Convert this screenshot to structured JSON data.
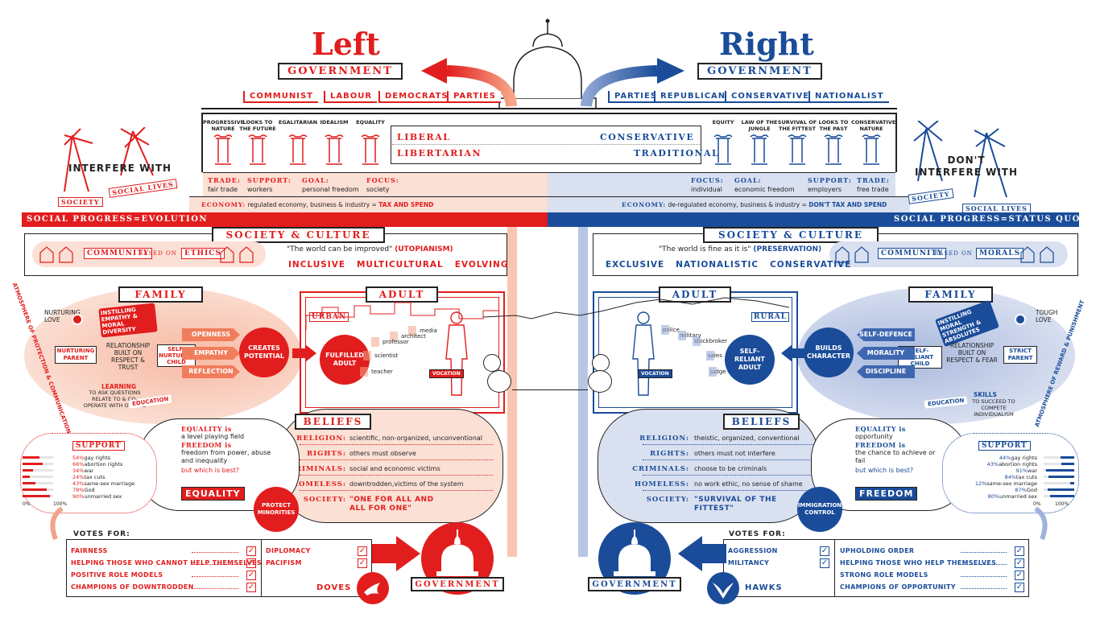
{
  "left": {
    "title": "Left",
    "government": "GOVERNMENT",
    "parties": [
      "COMMUNIST",
      "LABOUR",
      "DEMOCRATS",
      "PARTIES"
    ],
    "pillars": [
      "PROGRESSIVE NATURE",
      "LOOKS TO THE FUTURE",
      "EGALITARIAN",
      "IDEALISM",
      "EQUALITY"
    ],
    "ideology": [
      "LIBERAL",
      "LIBERTARIAN"
    ],
    "policy": [
      {
        "k": "TRADE:",
        "v": "fair trade"
      },
      {
        "k": "SUPPORT:",
        "v": "workers"
      },
      {
        "k": "GOAL:",
        "v": "personal freedom"
      },
      {
        "k": "FOCUS:",
        "v": "society"
      }
    ],
    "economy_k": "ECONOMY:",
    "economy_v": "regulated economy, business & industry =",
    "economy_s": "TAX AND SPEND",
    "social_progress": "SOCIAL PROGRESS=EVOLUTION",
    "interfere": "INTERFERE WITH",
    "society_tag": "SOCIETY",
    "social_lives_tag": "SOCIAL LIVES",
    "society_culture": "SOCIETY & CULTURE",
    "community": "COMMUNITY",
    "based_on": "BASED ON",
    "ethics": "ETHICS",
    "quote": "\"The world can be improved\"",
    "quote_tag": "(UTOPIANISM)",
    "traits": "INCLUSIVE   MULTICULTURAL   EVOLVING",
    "family": "FAMILY",
    "nurturing_love": "NURTURING LOVE",
    "instilling": "INSTILLING EMPATHY & MORAL DIVERSITY",
    "nurturing_parent": "NURTURING PARENT",
    "relationship": "RELATIONSHIP BUILT ON RESPECT & TRUST",
    "child": "SELF-NURTURING CHILD",
    "learning": "LEARNING",
    "learning_desc": "TO ASK QUESTIONS RELATE TO & CO-OPERATE WITH OTHERS",
    "education": "EDUCATION",
    "qualities": [
      "OPENNESS",
      "EMPATHY",
      "REFLECTION"
    ],
    "creates": "CREATES POTENTIAL",
    "atmosphere": "ATMOSPHERE OF PROTECTION & COMMUNICATION",
    "adult": "ADULT",
    "urban": "URBAN",
    "fulfilled": "FULFILLED ADULT",
    "jobs": [
      "media",
      "architect",
      "professor",
      "scientist",
      "teacher"
    ],
    "vocation": "VOCATION",
    "beliefs": "BELIEFS",
    "belief_rows": [
      {
        "k": "RELIGION:",
        "v": "scientific, non-organized, unconventional"
      },
      {
        "k": "RIGHTS:",
        "v": "others must observe"
      },
      {
        "k": "CRIMINALS:",
        "v": "social and economic victims"
      },
      {
        "k": "HOMELESS:",
        "v": "downtrodden,victims of the system"
      },
      {
        "k": "SOCIETY:",
        "v": "\"ONE FOR ALL AND ALL FOR ONE\""
      }
    ],
    "eq_def": [
      "EQUALITY is",
      "a level playing field",
      "FREEDOM is",
      "freedom from power, abuse and inequality",
      "but which is best?"
    ],
    "best": "EQUALITY",
    "protect": "PROTECT MINORITIES",
    "support": "SUPPORT",
    "support_rows": [
      {
        "pct": "54%",
        "label": "gay rights",
        "v": 54
      },
      {
        "pct": "66%",
        "label": "abortion rights",
        "v": 66
      },
      {
        "pct": "34%",
        "label": "war",
        "v": 34
      },
      {
        "pct": "24%",
        "label": "tax cuts",
        "v": 24
      },
      {
        "pct": "43%",
        "label": "same-sex marriage",
        "v": 43
      },
      {
        "pct": "78%",
        "label": "God",
        "v": 78
      },
      {
        "pct": "90%",
        "label": "unmarried sex",
        "v": 90
      }
    ],
    "axis": [
      "0%",
      "100%"
    ],
    "votes_for": "VOTES FOR:",
    "votes": [
      "FAIRNESS",
      "HELPING THOSE WHO CANNOT HELP THEMSELVES",
      "POSITIVE ROLE MODELS",
      "CHAMPIONS OF DOWNTRODDEN"
    ],
    "votes2": [
      "DIPLOMACY",
      "PACIFISM"
    ],
    "bird": "DOVES",
    "gov_bottom": "GOVERNMENT"
  },
  "right": {
    "title": "Right",
    "government": "GOVERNMENT",
    "parties": [
      "PARTIES",
      "REPUBLICAN",
      "CONSERVATIVE",
      "NATIONALIST"
    ],
    "pillars": [
      "EQUITY",
      "LAW OF THE JUNGLE",
      "SURVIVAL OF THE FITTEST",
      "LOOKS TO THE PAST",
      "CONSERVATIVE NATURE"
    ],
    "ideology": [
      "CONSERVATIVE",
      "TRADITIONAL"
    ],
    "policy": [
      {
        "k": "FOCUS:",
        "v": "individual"
      },
      {
        "k": "GOAL:",
        "v": "economic freedom"
      },
      {
        "k": "SUPPORT:",
        "v": "employers"
      },
      {
        "k": "TRADE:",
        "v": "free trade"
      }
    ],
    "economy_k": "ECONOMY:",
    "economy_v": "de-regulated economy, business & industry =",
    "economy_s": "DON'T TAX AND SPEND",
    "social_progress": "SOCIAL PROGRESS=STATUS QUO",
    "interfere": "DON'T INTERFERE WITH",
    "society_tag": "SOCIETY",
    "social_lives_tag": "SOCIAL LIVES",
    "society_culture": "SOCIETY & CULTURE",
    "community": "COMMUNITY",
    "based_on": "BASED ON",
    "morals": "MORALS",
    "quote": "\"The world is fine as it is\"",
    "quote_tag": "(PRESERVATION)",
    "traits": "EXCLUSIVE   NATIONALISTIC   CONSERVATIVE",
    "family": "FAMILY",
    "tough_love": "TOUGH LOVE",
    "instilling": "INSTILLING MORAL STRENGTH & ABSOLUTES",
    "strict_parent": "STRICT PARENT",
    "relationship": "RELATIONSHIP BUILT ON RESPECT & FEAR",
    "child": "SELF-RELIANT CHILD",
    "skills": "SKILLS",
    "skills_desc": "TO SUCCEED TO COMPETE INDIVIDUALISM",
    "education": "EDUCATION",
    "qualities": [
      "SELF-DEFENCE",
      "MORALITY",
      "DISCIPLINE"
    ],
    "builds": "BUILDS CHARACTER",
    "atmosphere": "ATMOSPHERE OF REWARD & PUNISHMENT",
    "adult": "ADULT",
    "rural": "RURAL",
    "reliant": "SELF-RELIANT ADULT",
    "jobs": [
      "police",
      "military",
      "stockbroker",
      "sales",
      "judge"
    ],
    "vocation": "VOCATION",
    "beliefs": "BELIEFS",
    "belief_rows": [
      {
        "k": "RELIGION:",
        "v": "theistic, organized, conventional"
      },
      {
        "k": "RIGHTS:",
        "v": "others must not interfere"
      },
      {
        "k": "CRIMINALS:",
        "v": "choose to be criminals"
      },
      {
        "k": "HOMELESS:",
        "v": "no work ethic, no sense of shame"
      },
      {
        "k": "SOCIETY:",
        "v": "\"SURVIVAL OF THE FITTEST\""
      }
    ],
    "eq_def": [
      "EQUALITY is",
      "opportunity",
      "FREEDOM is",
      "the chance to achieve or fail",
      "but which is best?"
    ],
    "best": "FREEDOM",
    "immigration": "IMMIGRATION CONTROL",
    "support": "SUPPORT",
    "support_rows": [
      {
        "pct": "44%",
        "label": "gay rights",
        "v": 44
      },
      {
        "pct": "43%",
        "label": "abortion rights",
        "v": 43
      },
      {
        "pct": "91%",
        "label": "war",
        "v": 91
      },
      {
        "pct": "84%",
        "label": "tax cuts",
        "v": 84
      },
      {
        "pct": "12%",
        "label": "same-sex marriage",
        "v": 12
      },
      {
        "pct": "87%",
        "label": "God",
        "v": 87
      },
      {
        "pct": "80%",
        "label": "unmarried sex",
        "v": 80
      }
    ],
    "axis": [
      "0%",
      "100%"
    ],
    "votes_for": "VOTES FOR:",
    "votes": [
      "UPHOLDING ORDER",
      "HELPING THOSE WHO HELP THEMSELVES",
      "STRONG ROLE MODELS",
      "CHAMPIONS OF OPPORTUNITY"
    ],
    "votes2": [
      "AGGRESSION",
      "MILITANCY"
    ],
    "bird": "HAWKS",
    "gov_bottom": "GOVERNMENT"
  },
  "colors": {
    "red": "#e21d1d",
    "blue": "#1a4c99",
    "pink": "#f9d8cc",
    "lightblue": "#d4dcef"
  }
}
